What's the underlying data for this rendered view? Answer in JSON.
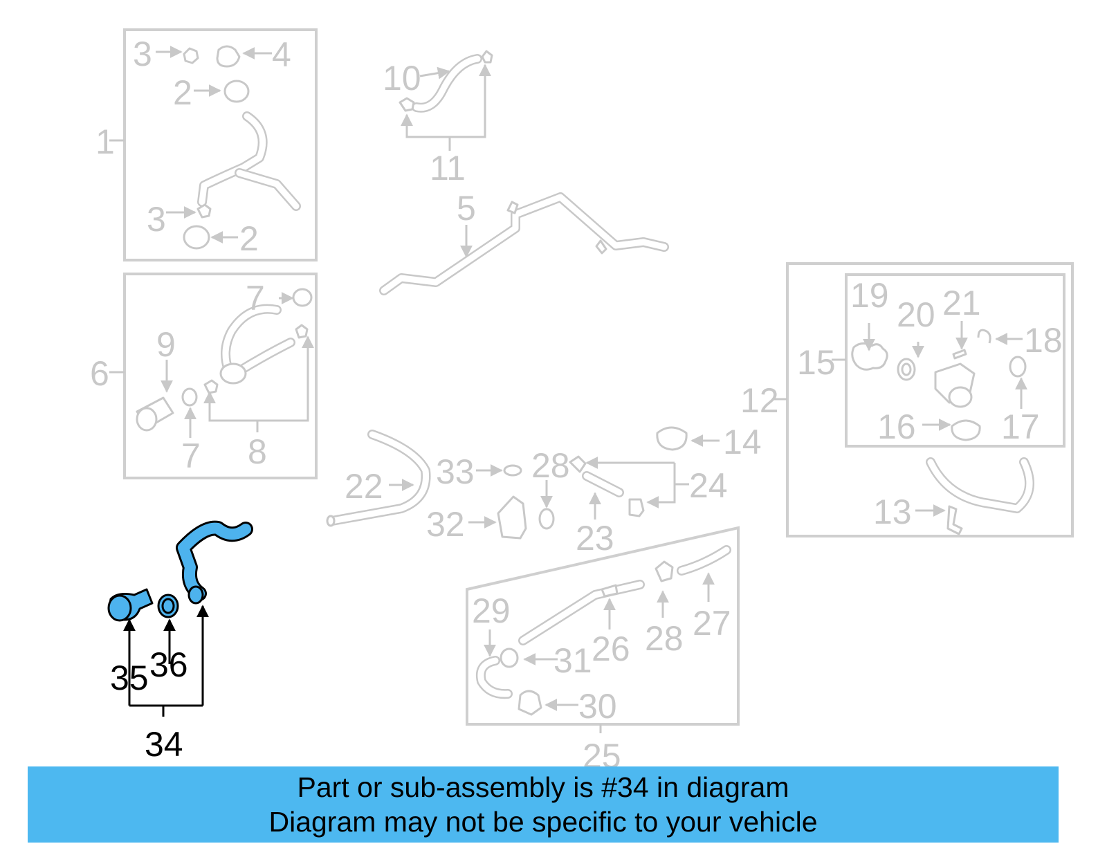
{
  "callouts": {
    "c1": "1",
    "c2a": "2",
    "c2b": "2",
    "c3a": "3",
    "c3b": "3",
    "c4": "4",
    "c5": "5",
    "c6": "6",
    "c7a": "7",
    "c7b": "7",
    "c8": "8",
    "c9": "9",
    "c10": "10",
    "c11": "11",
    "c12": "12",
    "c13": "13",
    "c14": "14",
    "c15": "15",
    "c16": "16",
    "c17": "17",
    "c18": "18",
    "c19": "19",
    "c20": "20",
    "c21": "21",
    "c22": "22",
    "c23": "23",
    "c24": "24",
    "c25": "25",
    "c26": "26",
    "c27": "27",
    "c28a": "28",
    "c28b": "28",
    "c29": "29",
    "c30": "30",
    "c31": "31",
    "c32": "32",
    "c33": "33",
    "c34": "34",
    "c35": "35",
    "c36": "36"
  },
  "highlighted_part": "34",
  "banner": {
    "line1": "Part or sub-assembly is #34 in diagram",
    "line2": "Diagram may not be specific to your vehicle"
  },
  "colors": {
    "highlight": "#4db3ee",
    "banner": "#4db8f0",
    "faded": "#c8c8c8"
  }
}
